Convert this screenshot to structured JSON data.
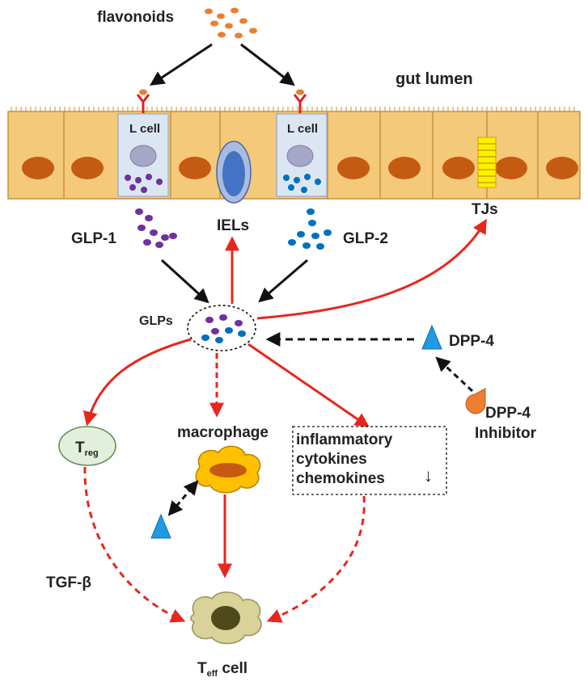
{
  "labels": {
    "flavonoids": "flavonoids",
    "gut_lumen": "gut lumen",
    "l_cell_left": "L cell",
    "l_cell_right": "L cell",
    "iels": "IELs",
    "tjs": "TJs",
    "glp1": "GLP-1",
    "glp2": "GLP-2",
    "glps": "GLPs",
    "dpp4": "DPP-4",
    "dpp4_inhibitor_line1": "DPP-4",
    "dpp4_inhibitor_line2": "Inhibitor",
    "treg_main": "T",
    "treg_sub": "reg",
    "macrophage": "macrophage",
    "inflammatory": "inflammatory",
    "cytokines": "cytokines",
    "chemokines": "chemokines",
    "decrease_arrow": "↓",
    "tgf_beta": "TGF-β",
    "teff_main": "T",
    "teff_sub": "eff",
    "teff_cell": " cell"
  },
  "colors": {
    "epithelium": "#F5C97A",
    "epithelium_border": "#C8913A",
    "nucleus": "#C55A11",
    "l_cell_fill": "#DCE6F2",
    "glp1_dots": "#7030A0",
    "glp2_dots": "#0070C0",
    "flavonoid_dots": "#ED7D31",
    "receptor": "#E0201B",
    "activation_arrow": "#E8261C",
    "inhibition_arrow": "#111111",
    "dpp4_triangle": "#1E9BE3",
    "tj_fill": "#FFF200",
    "iel_fill": "#4472C4",
    "treg_fill": "#E2EFDA",
    "macrophage_fill": "#FFC000",
    "teff_fill": "#D9D39A"
  }
}
